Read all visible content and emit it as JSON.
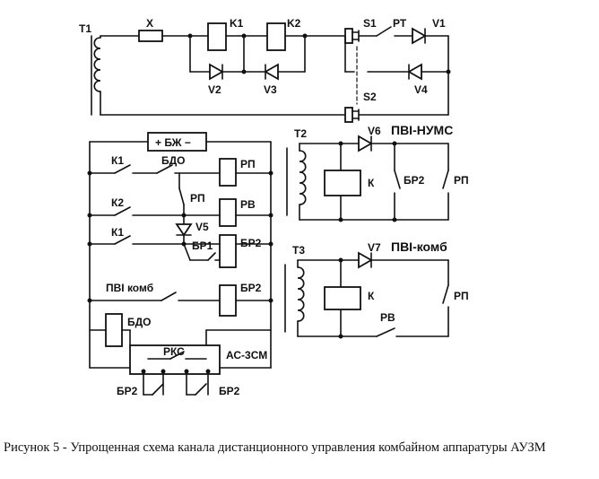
{
  "labels": {
    "t1": "T1",
    "x": "X",
    "k1_top": "K1",
    "k2_top": "K2",
    "s1": "S1",
    "pt": "РТ",
    "v1": "V1",
    "v2": "V2",
    "v3": "V3",
    "v4": "V4",
    "s2": "S2",
    "bzh": "+ БЖ −",
    "k1_a": "К1",
    "bdo_a": "БДО",
    "rp_coil": "РП",
    "k2_b": "К2",
    "rp_contact": "РП",
    "rv_coil": "РВ",
    "v5": "V5",
    "k1_c": "К1",
    "br1": "БР1",
    "br2_coil_a": "БР2",
    "pvi_komb_left": "ПВІ комб",
    "br2_coil_b": "БР2",
    "bdo_coil": "БДО",
    "rks": "РКС",
    "as3sm": "АС-3СМ",
    "br2_left": "БР2",
    "br2_right": "БР2",
    "t2": "T2",
    "v6": "V6",
    "pvi_nums": "ПВІ-НУМС",
    "k_upper": "К",
    "br2_upper": "БР2",
    "rp_upper": "РП",
    "t3": "T3",
    "v7": "V7",
    "pvi_komb_right": "ПВІ-комб",
    "k_lower": "К",
    "rv_lower": "РВ",
    "rp_lower": "РП"
  },
  "caption": "Рисунок 5 - Упрощенная схема канала дистанционного управления комбайном аппаратуры АУЗМ"
}
